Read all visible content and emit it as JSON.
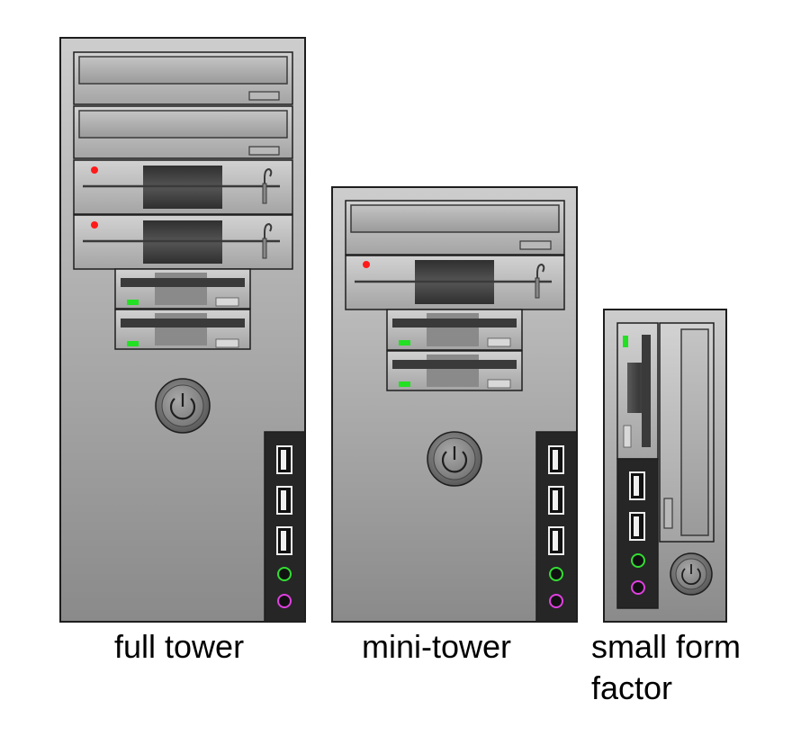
{
  "labels": {
    "full_tower": "full tower",
    "mini_tower": "mini-tower",
    "small_form_factor_line1": "small form",
    "small_form_factor_line2": "factor"
  },
  "colors": {
    "case_top": "#c9c9c9",
    "case_bottom": "#8c8c8c",
    "outline": "#1e1e1e",
    "port_panel": "#262626",
    "led_red": "#ff1a1a",
    "led_green": "#22e022",
    "audio_green": "#33dd33",
    "audio_pink": "#e040e0"
  },
  "icons": [
    "power-button-icon",
    "usb-port-icon",
    "audio-jack-icon",
    "led-icon"
  ]
}
